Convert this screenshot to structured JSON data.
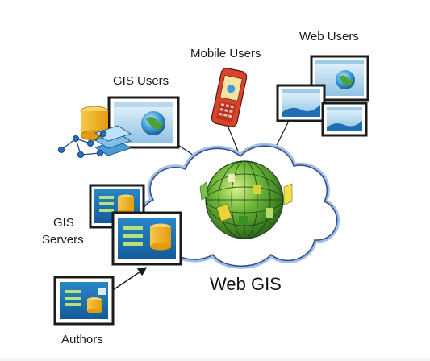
{
  "labels": {
    "gis_users": "GIS Users",
    "mobile_users": "Mobile Users",
    "web_users": "Web Users",
    "gis_servers_line1": "GIS",
    "gis_servers_line2": "Servers",
    "authors": "Authors",
    "web_gis": "Web GIS"
  },
  "colors": {
    "cloud_fill": "#ffffff",
    "cloud_stroke": "#3b4e8c",
    "cloud_glow": "#9fc0e6",
    "globe_green": "#4c9a2a",
    "globe_yellow": "#e8d43a",
    "monitor_frame": "#1b1b1b",
    "screen_blue": "#1f6fb2",
    "screen_light": "#d7ecf7",
    "database_gold": "#f1b11b",
    "phone_red": "#d9432b"
  },
  "icons": [
    "cloud-icon",
    "globe-icon",
    "monitor-icon",
    "database-icon",
    "layers-icon",
    "network-nodes-icon",
    "mobile-phone-icon",
    "server-icon",
    "arrow-icon"
  ]
}
